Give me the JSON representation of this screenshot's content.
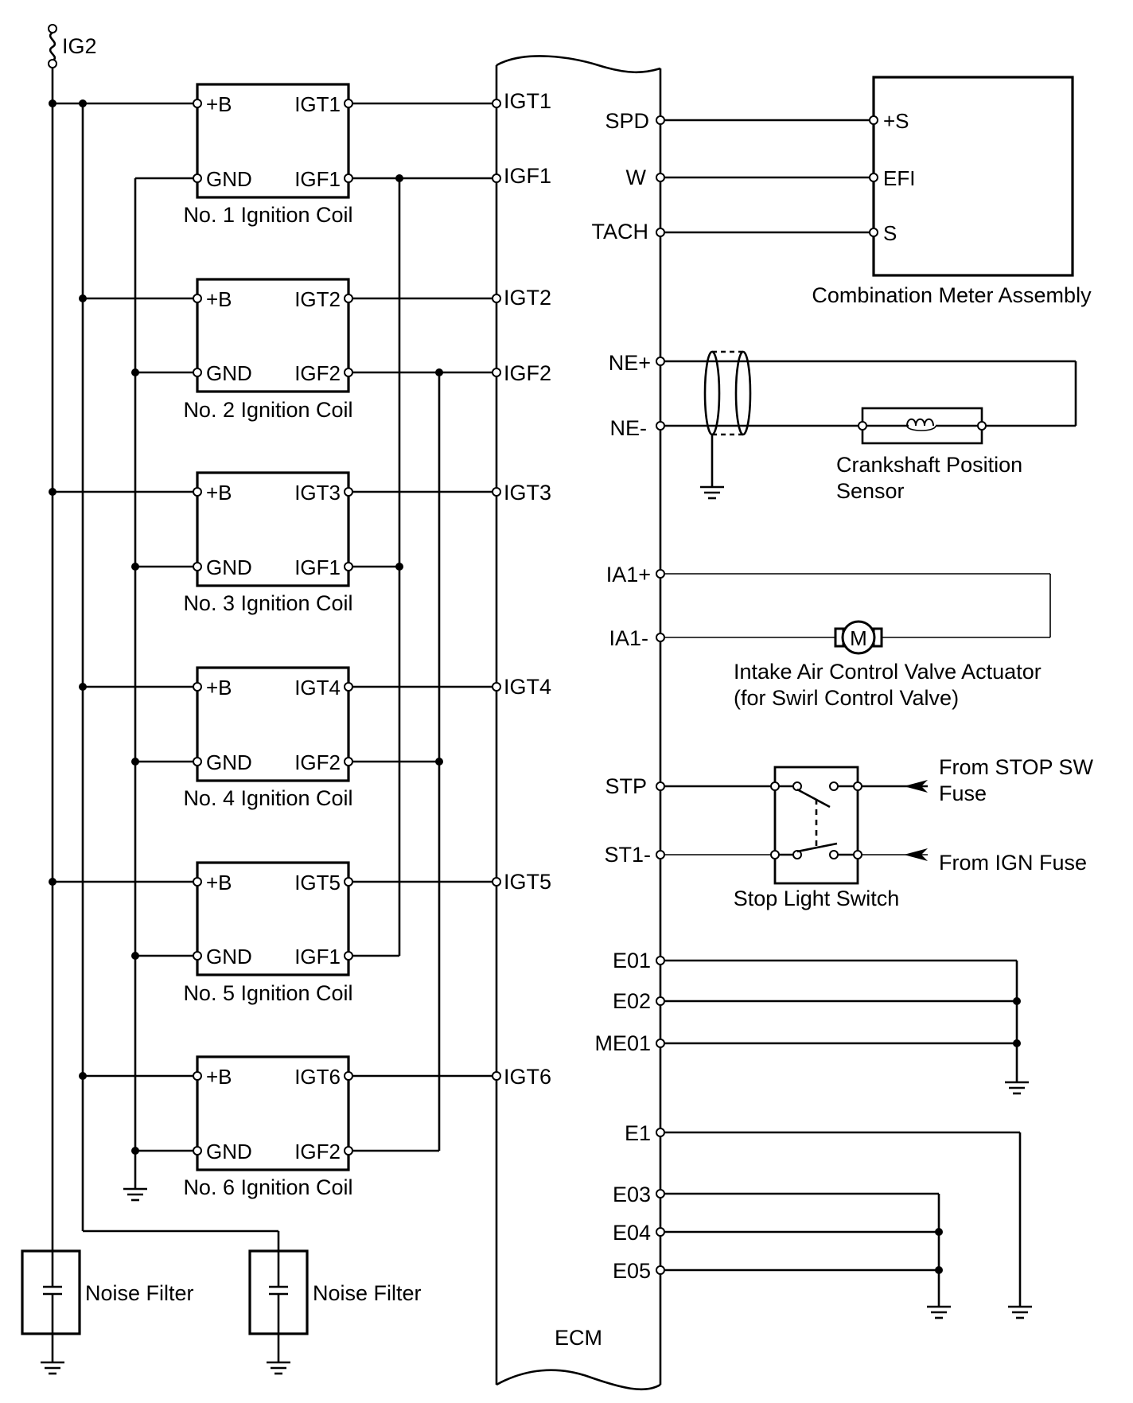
{
  "supply": {
    "label": "IG2"
  },
  "coils": [
    {
      "name": "No. 1 Ignition Coil",
      "b": "+B",
      "gnd": "GND",
      "igt": "IGT1",
      "igf": "IGF1"
    },
    {
      "name": "No. 2 Ignition Coil",
      "b": "+B",
      "gnd": "GND",
      "igt": "IGT2",
      "igf": "IGF2"
    },
    {
      "name": "No. 3 Ignition Coil",
      "b": "+B",
      "gnd": "GND",
      "igt": "IGT3",
      "igf": "IGF1"
    },
    {
      "name": "No. 4 Ignition Coil",
      "b": "+B",
      "gnd": "GND",
      "igt": "IGT4",
      "igf": "IGF2"
    },
    {
      "name": "No. 5 Ignition Coil",
      "b": "+B",
      "gnd": "GND",
      "igt": "IGT5",
      "igf": "IGF1"
    },
    {
      "name": "No. 6 Ignition Coil",
      "b": "+B",
      "gnd": "GND",
      "igt": "IGT6",
      "igf": "IGF2"
    }
  ],
  "noise_filters": [
    "Noise Filter",
    "Noise Filter"
  ],
  "ecm": {
    "label": "ECM",
    "left_pins": [
      "IGT1",
      "IGF1",
      "IGT2",
      "IGF2",
      "IGT3",
      "IGT4",
      "IGT5",
      "IGT6"
    ],
    "right_pins": [
      "SPD",
      "W",
      "TACH",
      "NE+",
      "NE-",
      "IA1+",
      "IA1-",
      "STP",
      "ST1-",
      "E01",
      "E02",
      "ME01",
      "E1",
      "E03",
      "E04",
      "E05"
    ]
  },
  "meter": {
    "name": "Combination Meter Assembly",
    "pins": [
      "+S",
      "EFI",
      "S"
    ]
  },
  "crank_sensor": {
    "name_line1": "Crankshaft Position",
    "name_line2": "Sensor"
  },
  "actuator": {
    "symbol": "M",
    "name_line1": "Intake Air Control Valve Actuator",
    "name_line2": "(for Swirl Control Valve)"
  },
  "stop_switch": {
    "name": "Stop Light Switch",
    "from_stop_line1": "From STOP SW",
    "from_stop_line2": "Fuse",
    "from_ign": "From IGN Fuse"
  }
}
